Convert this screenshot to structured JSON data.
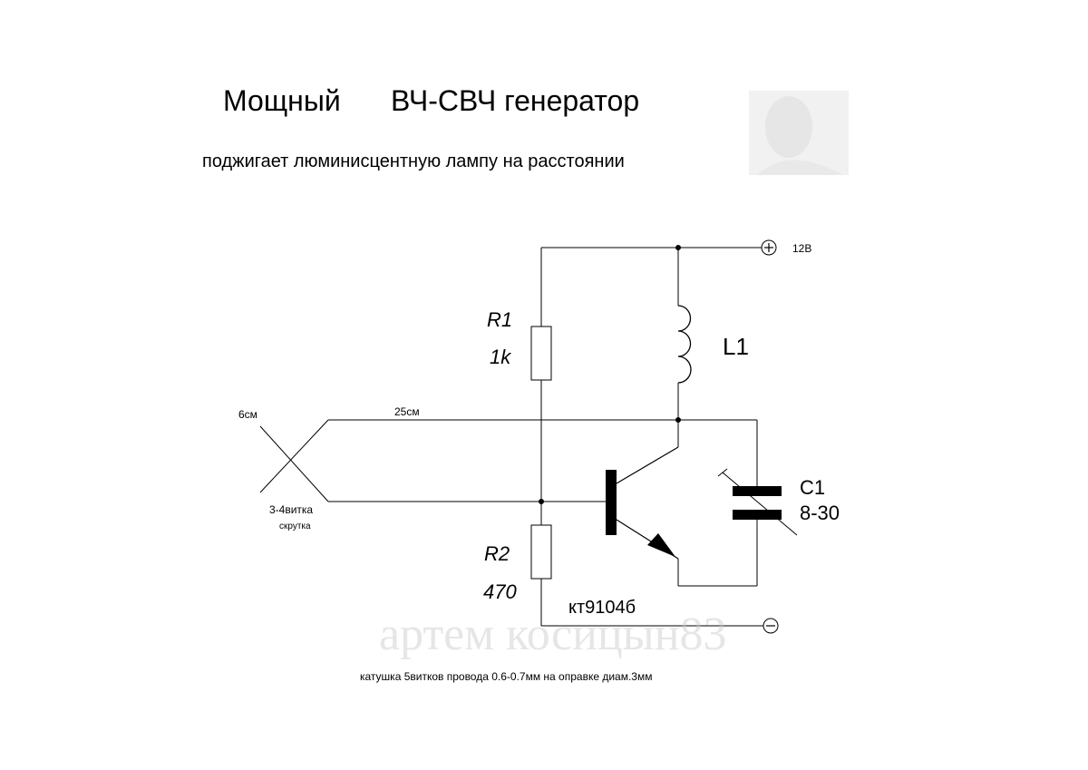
{
  "title": {
    "part1": "Мощный",
    "part2": "ВЧ-СВЧ генератор",
    "subtitle": "поджигает люминисцентную лампу на расстоянии"
  },
  "power": {
    "plus_label": "12В"
  },
  "components": {
    "r1": {
      "name": "R1",
      "value": "1k"
    },
    "r2": {
      "name": "R2",
      "value": "470"
    },
    "l1": {
      "name": "L1"
    },
    "c1": {
      "name": "C1",
      "value": "8-30"
    },
    "transistor": {
      "name": "кт9104б"
    }
  },
  "antenna": {
    "length_label": "25см",
    "gap_label": "6см",
    "twist_label": "3-4витка",
    "twist_label2": "скрутка"
  },
  "footer_note": "катушка 5витков провода 0.6-0.7мм на оправке диам.3мм",
  "watermark": "артем косицын83",
  "colors": {
    "ink": "#000000",
    "watermark": "#c8c8c8"
  }
}
